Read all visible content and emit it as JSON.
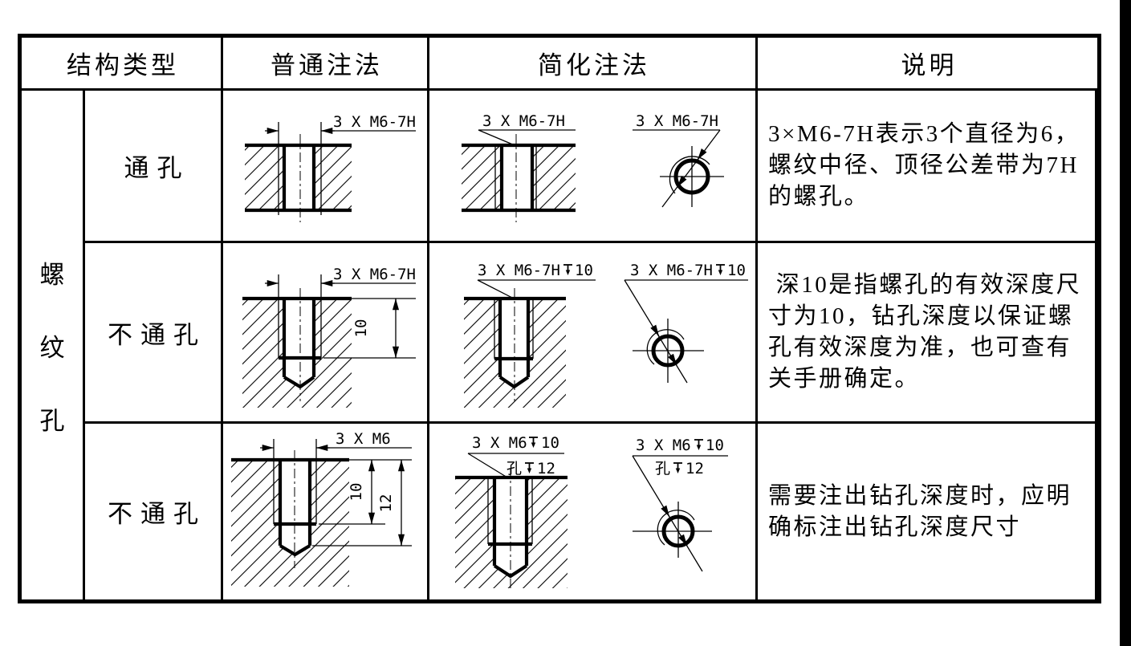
{
  "colors": {
    "ink": "#000000",
    "background": "#ffffff",
    "edge_stripe": "#000000"
  },
  "table": {
    "headers": {
      "structure_type": "结构类型",
      "ordinary": "普通注法",
      "simplified": "简化注法",
      "explanation": "说明"
    },
    "category": {
      "char_0": "螺",
      "char_1": "纹",
      "char_2": "孔"
    },
    "rows": [
      {
        "type": "通孔",
        "note": "3×M6-7H表示3个直径为6，螺纹中径、顶径公差带为7H的螺孔。"
      },
      {
        "type": "不通孔",
        "note": " 深10是指螺孔的有效深度尺寸为10，钻孔深度以保证螺孔有效深度为准，也可查有关手册确定。"
      },
      {
        "type": "不通孔",
        "note": "需要注出钻孔深度时，应明确标注出钻孔深度尺寸"
      }
    ]
  },
  "figures": {
    "r1": {
      "thread_label": "3 X M6-7H"
    },
    "r2": {
      "thread_label": "3 X M6-7H",
      "thread_depth": "10",
      "depth_dim": "10"
    },
    "r3": {
      "thread_label": "3 X M6",
      "thread_depth": "10",
      "hole_word": "孔",
      "hole_depth": "12",
      "thread_depth_dim": "10",
      "drill_depth_dim": "12"
    }
  }
}
